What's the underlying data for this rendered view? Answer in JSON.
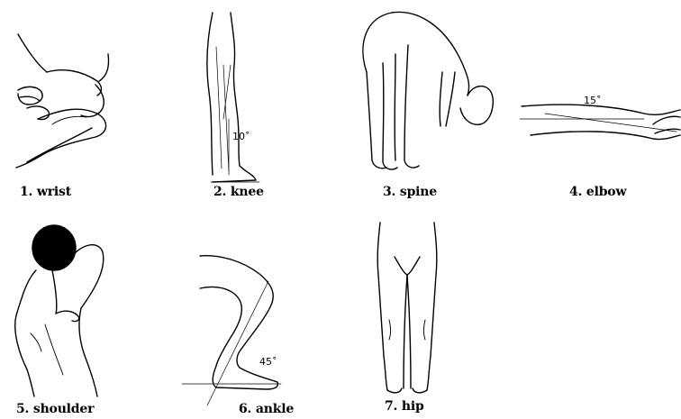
{
  "figures": [
    {
      "id": "wrist",
      "caption": "1. wrist",
      "angle": ""
    },
    {
      "id": "knee",
      "caption": "2. knee",
      "angle": "10˚"
    },
    {
      "id": "spine",
      "caption": "3. spine",
      "angle": ""
    },
    {
      "id": "elbow",
      "caption": "4. elbow",
      "angle": "15˚"
    },
    {
      "id": "shoulder",
      "caption": "5. shoulder",
      "angle": ""
    },
    {
      "id": "ankle",
      "caption": "6. ankle",
      "angle": "45˚"
    },
    {
      "id": "hip",
      "caption": "7. hip",
      "angle": ""
    }
  ]
}
